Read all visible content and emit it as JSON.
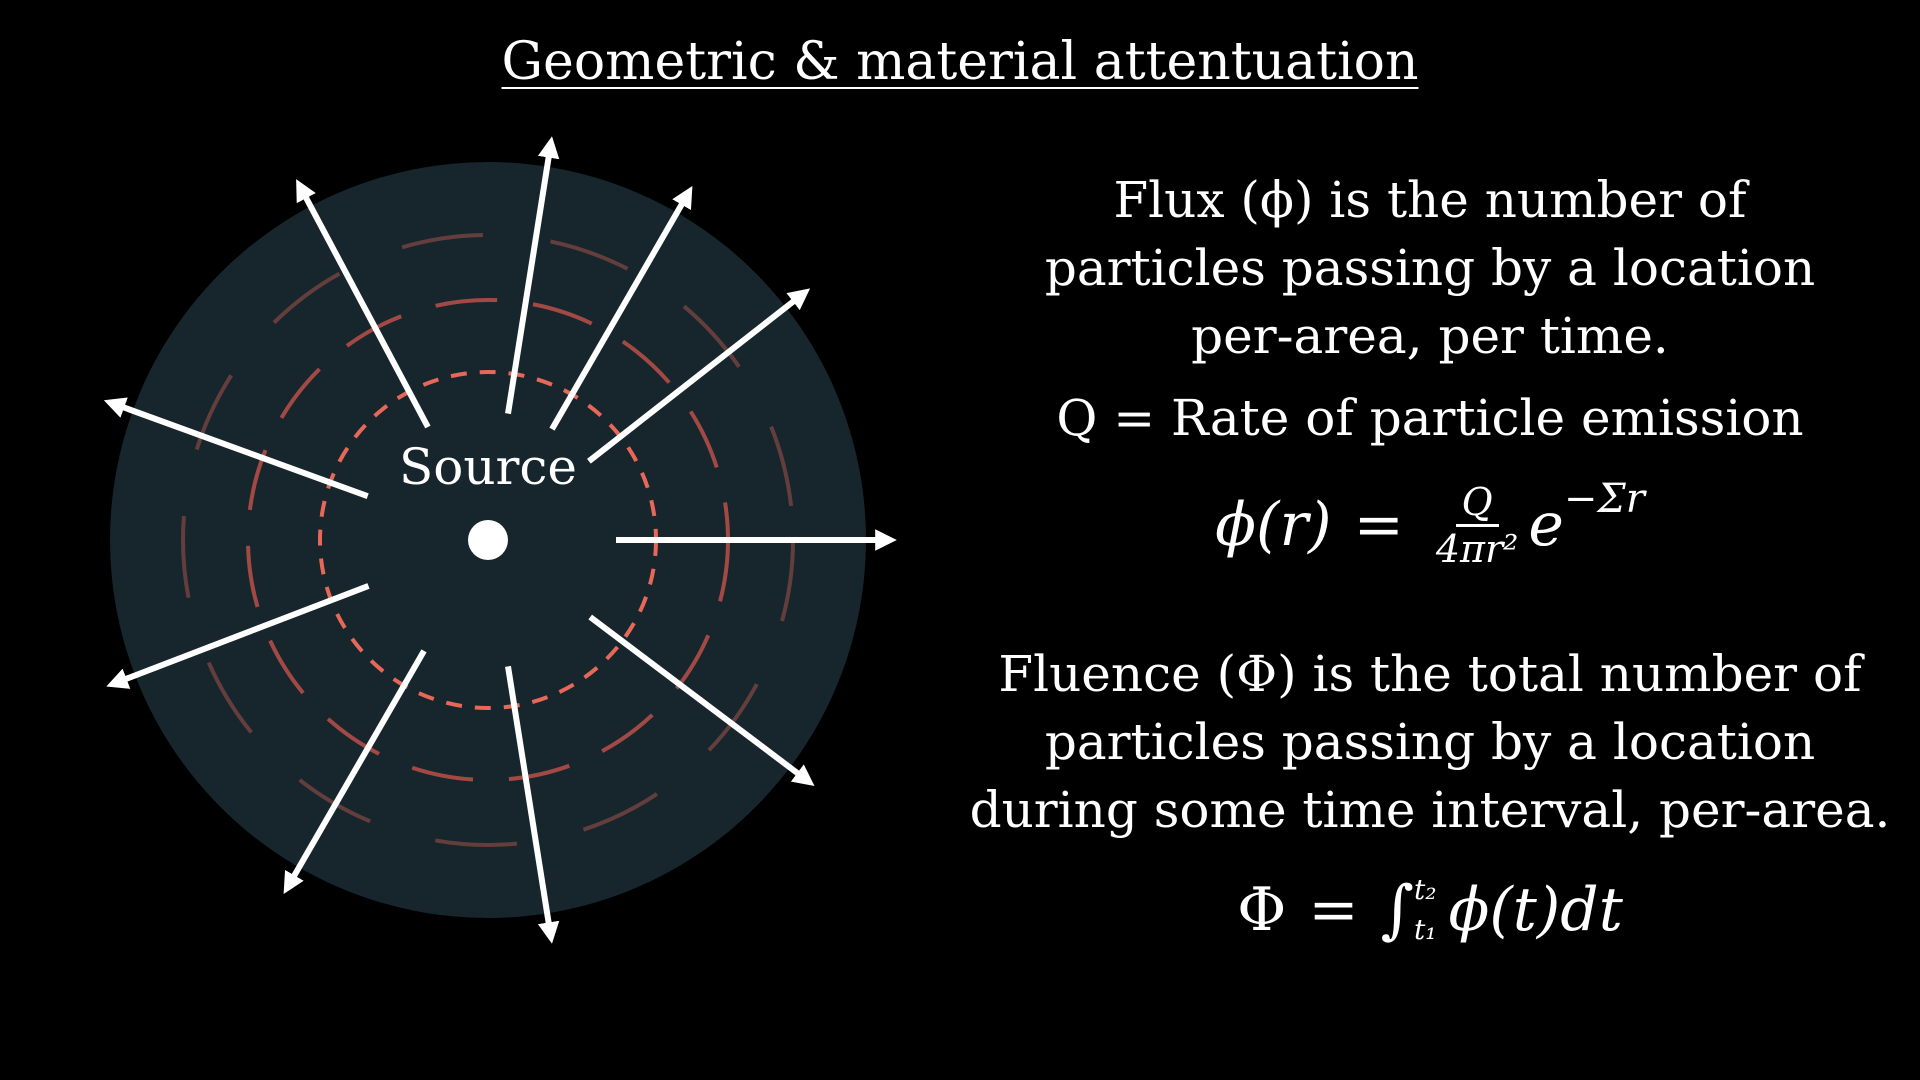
{
  "title": "Geometric & material attentuation",
  "diagram": {
    "source_label": "Source",
    "colors": {
      "background": "#000000",
      "medium": "#16262c",
      "ring": "#f26b5c",
      "arrow": "#ffffff"
    }
  },
  "flux_text": [
    "Flux (ϕ) is the number of",
    "particles passing by a location",
    "per-area, per time."
  ],
  "q_line": "Q = Rate of particle emission",
  "phi_eq": {
    "lhs": "ϕ(r)",
    "eq": "=",
    "num": "Q",
    "den": "4πr²",
    "base": "e",
    "exp": "−Σr"
  },
  "fluence_text": [
    "Fluence (Φ) is the total number of",
    "particles passing by a location",
    "during some time interval, per-area."
  ],
  "fluence_eq": {
    "lhs": "Φ",
    "eq": "=",
    "int": "∫",
    "upper": "t₂",
    "lower": "t₁",
    "integrand": "ϕ(t)dt"
  }
}
